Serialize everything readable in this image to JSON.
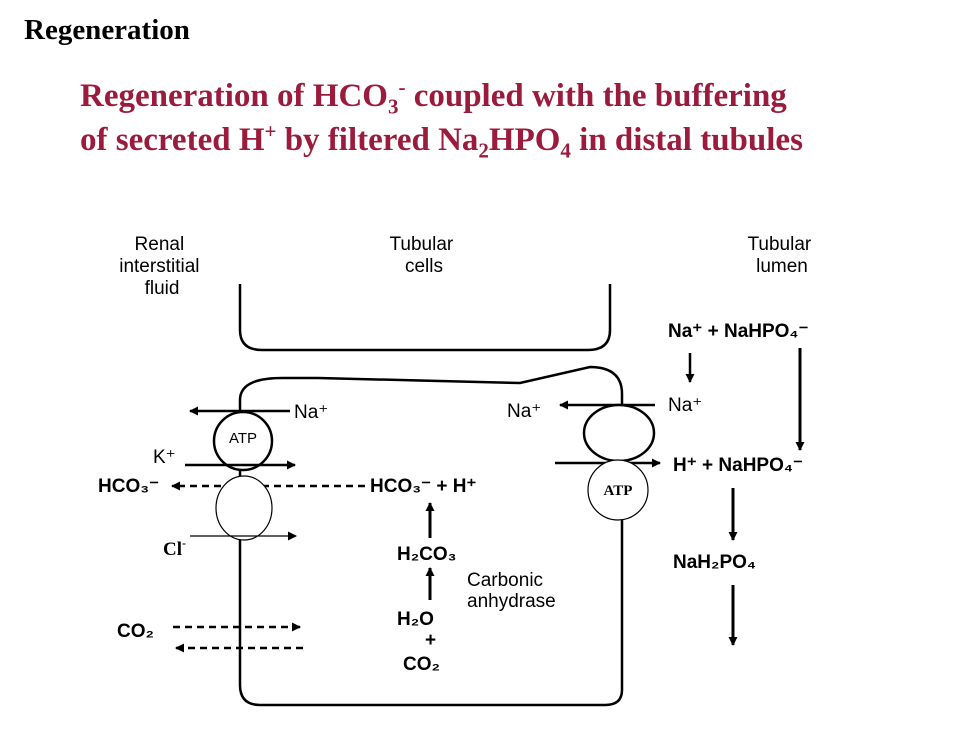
{
  "heading": "Regeneration",
  "subtitle": {
    "line1_a": "Regeneration of HCO",
    "line1_sub": "3",
    "line1_sup": "-",
    "line1_b": " coupled with the buffering",
    "line2_a": "of secreted H",
    "line2_sup": "+",
    "line2_b": " by filtered Na",
    "line2_sub1": "2",
    "line2_c": "HPO",
    "line2_sub2": "4",
    "line2_d": " in distal tubules"
  },
  "colors": {
    "subtitle": "#9b1b3c"
  },
  "diagram": {
    "regions": {
      "interstitial": [
        "Renal",
        "interstitial",
        "fluid"
      ],
      "cells": [
        "Tubular",
        "cells"
      ],
      "lumen": [
        "Tubular",
        "lumen"
      ]
    },
    "left": {
      "na": "Na⁺",
      "atp": "ATP",
      "k": "K⁺",
      "hco3": "HCO₃⁻",
      "cl": "Cl",
      "cl_sup": "-",
      "co2": "CO₂"
    },
    "center": {
      "hco3_h": "HCO₃⁻ + H⁺",
      "h2co3": "H₂CO₃",
      "enzyme_1": "Carbonic",
      "enzyme_2": "anhydrase",
      "h2o": "H₂O",
      "plus": "+",
      "co2": "CO₂"
    },
    "right": {
      "na_in": "Na⁺",
      "atp": "ATP",
      "na_nahpo4": "Na⁺ + NaHPO₄⁻",
      "na_lumen": "Na⁺",
      "h_nahpo4": "H⁺ + NaHPO₄⁻",
      "nah2po4": "NaH₂PO₄"
    }
  }
}
